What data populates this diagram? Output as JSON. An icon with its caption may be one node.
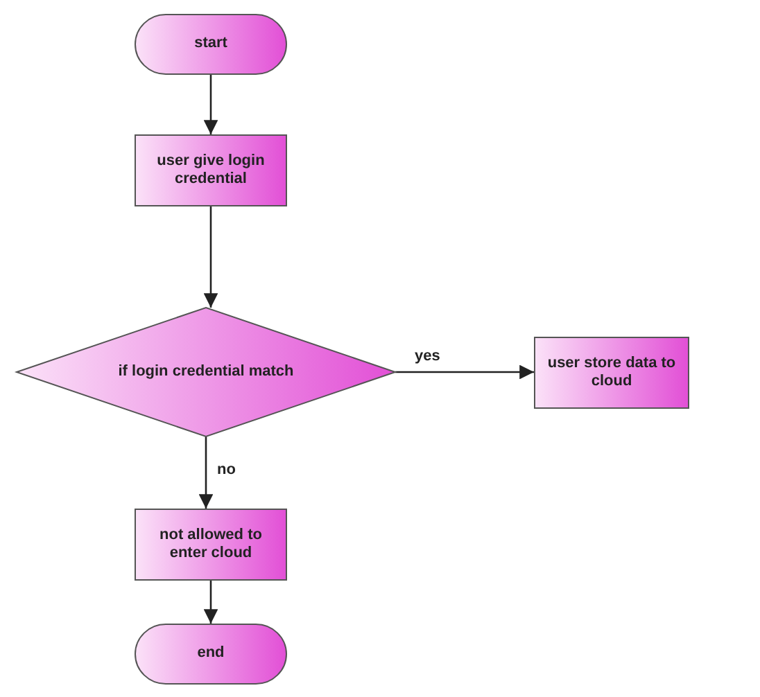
{
  "diagram": {
    "nodes": [
      {
        "text": [
          "start"
        ]
      },
      {
        "text": [
          "user give login credential"
        ]
      },
      {
        "text": [
          "if login credential match"
        ]
      },
      {
        "text": [
          "user store data to cloud"
        ]
      },
      {
        "text": [
          "not allowed to enter cloud"
        ]
      },
      {
        "text": [
          "end"
        ]
      }
    ],
    "edges": [
      {
        "from": 0,
        "to": 1,
        "arrow": "to"
      },
      {
        "from": 1,
        "to": 2,
        "arrow": "to"
      },
      {
        "from": 2,
        "to": 3,
        "arrow": "to",
        "label": "yes"
      },
      {
        "from": 2,
        "to": 4,
        "arrow": "to",
        "label": "no"
      },
      {
        "from": 4,
        "to": 5,
        "arrow": "to"
      }
    ]
  }
}
